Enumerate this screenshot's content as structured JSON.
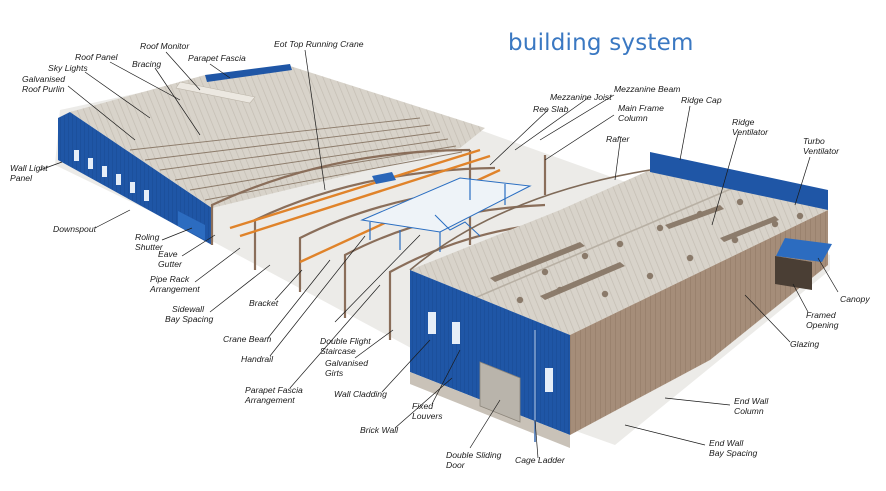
{
  "title": "building system",
  "labels": {
    "roof_monitor": "Roof Monitor",
    "parapet_fascia": "Parapet Fascia",
    "eot_crane": "Eot Top Running Crane",
    "roof_panel": "Roof Panel",
    "sky_lights": "Sky Lights",
    "galvanised_roof_purlin_1": "Galvanised",
    "galvanised_roof_purlin_2": "Roof Purlin",
    "bracing": "Bracing",
    "mezzanine_beam": "Mezzanine Beam",
    "mezzanine_joist": "Mezzanine Joist",
    "ree_slab": "Ree Slab",
    "main_frame_column_1": "Main Frame",
    "main_frame_column_2": "Column",
    "ridge_cap": "Ridge Cap",
    "ridge_ventilator_1": "Ridge",
    "ridge_ventilator_2": "Ventilator",
    "rafter": "Rafter",
    "turbo_ventilator_1": "Turbo",
    "turbo_ventilator_2": "Ventilator",
    "wall_light_panel_1": "Wall Light",
    "wall_light_panel_2": "Panel",
    "downspout": "Downspout",
    "rolling_shutter_1": "Roling",
    "rolling_shutter_2": "Shutter",
    "eave_gutter_1": "Eave",
    "eave_gutter_2": "Gutter",
    "pipe_rack_1": "Pipe Rack",
    "pipe_rack_2": "Arrangement",
    "sidewall_bay_1": "Sidewall",
    "sidewall_bay_2": "Bay Spacing",
    "bracket": "Bracket",
    "crane_beam": "Crane Beam",
    "handrail": "Handrail",
    "double_flight_1": "Double Flight",
    "double_flight_2": "Staircase",
    "galvanised_girts_1": "Galvanised",
    "galvanised_girts_2": "Girts",
    "parapet_fascia_arr_1": "Parapet Fascia",
    "parapet_fascia_arr_2": "Arrangement",
    "wall_cladding": "Wall Cladding",
    "fixed_louvers_1": "Fixed",
    "fixed_louvers_2": "Louvers",
    "brick_wall": "Brick Wall",
    "double_sliding_door_1": "Double Sliding",
    "double_sliding_door_2": "Door",
    "cage_ladder": "Cage Ladder",
    "canopy": "Canopy",
    "framed_opening_1": "Framed",
    "framed_opening_2": "Opening",
    "glazing": "Glazing",
    "end_wall_column_1": "End Wall",
    "end_wall_column_2": "Column",
    "end_wall_bay_1": "End Wall",
    "end_wall_bay_2": "Bay Spacing"
  },
  "colors": {
    "title": "#3a78c2",
    "wall_blue": "#1f56a6",
    "roof_light": "#d9d4cb",
    "steel": "#8a6e5a",
    "crane_orange": "#e0832a",
    "cladding_brown": "#a28a76"
  }
}
